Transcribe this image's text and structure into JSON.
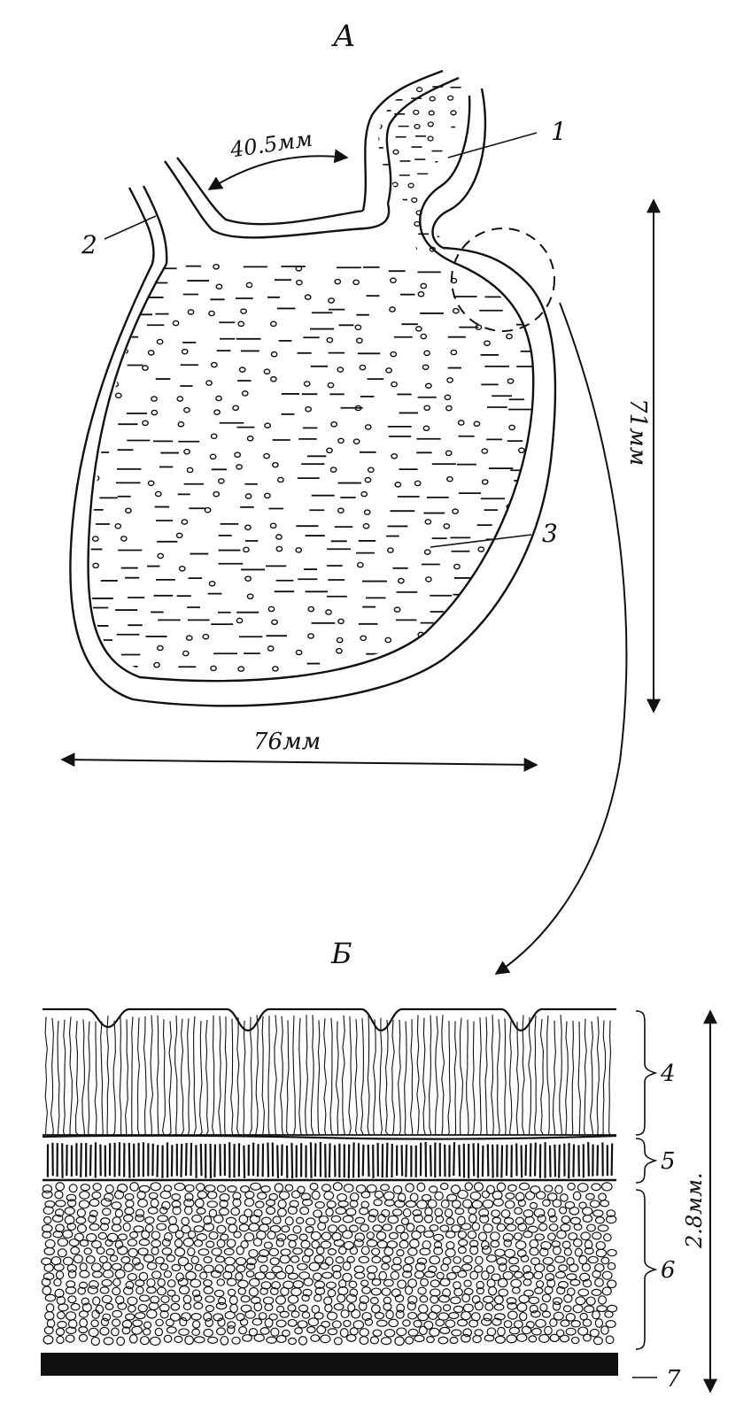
{
  "panel_a": {
    "title": "А",
    "dim_neck": "40.5мм",
    "dim_height": "71мм",
    "dim_width": "76мм",
    "label_1": "1",
    "label_2": "2",
    "label_3": "3"
  },
  "panel_b": {
    "title": "Б",
    "label_4": "4",
    "label_5": "5",
    "label_6": "6",
    "label_7": "7",
    "dim_thickness": "2.8мм."
  }
}
